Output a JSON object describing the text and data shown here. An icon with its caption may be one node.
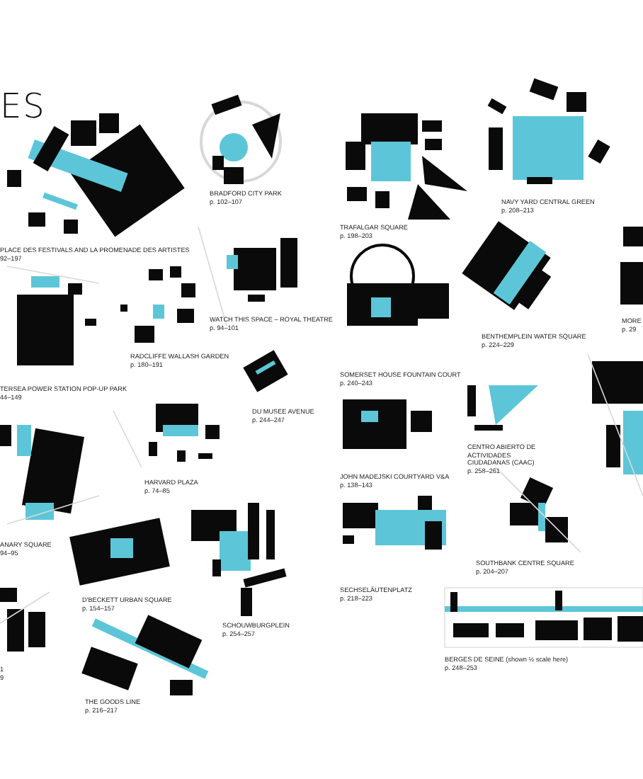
{
  "diagram": {
    "title": "ES",
    "labels": [
      "BRADFORD CITY PARK",
      "p. 102–107",
      "NAVY YARD CENTRAL GREEN",
      "p. 208–213",
      "TRAFALGAR SQUARE",
      "p. 198–203",
      "PLACE DES FESTIVALS AND LA PROMENADE DES ARTISTES",
      "92–197",
      "WATCH THIS SPACE – ROYAL THEATRE",
      "p. 94–101",
      "MORE",
      "p. 29",
      "BENTHEMPLEIN WATER SQUARE",
      "p. 224–229",
      "RADCLIFFE WALLASH GARDEN",
      "p. 180–191",
      "SOMERSET HOUSE FOUNTAIN COURT",
      "p. 240–243",
      "TERSEA POWER STATION POP-UP PARK",
      "44–149",
      "DU MUSEE AVENUE",
      "p. 244–247",
      "CENTRO ABIERTO DE ACTIVIDADES CIUDADANAS (CAAC)",
      "p. 258–261",
      "JOHN MADEJSKI COURTYARD V&A",
      "p. 138–143",
      "HARVARD PLAZA",
      "p. 74–85",
      "ANARY SQUARE",
      "94–95",
      "SOUTHBANK CENTRE SQUARE",
      "p. 204–207",
      "SECHSELÄUTENPLATZ",
      "p. 218–223",
      "D'BECKETT URBAN SQUARE",
      "p. 154–157",
      "SCHOUWBURGPLEIN",
      "p. 254–257",
      "BERGES DE SEINE (shown ½ scale here)",
      "p. 248–253",
      "1",
      "9",
      "THE GOODS LINE",
      "p. 216–217"
    ]
  }
}
